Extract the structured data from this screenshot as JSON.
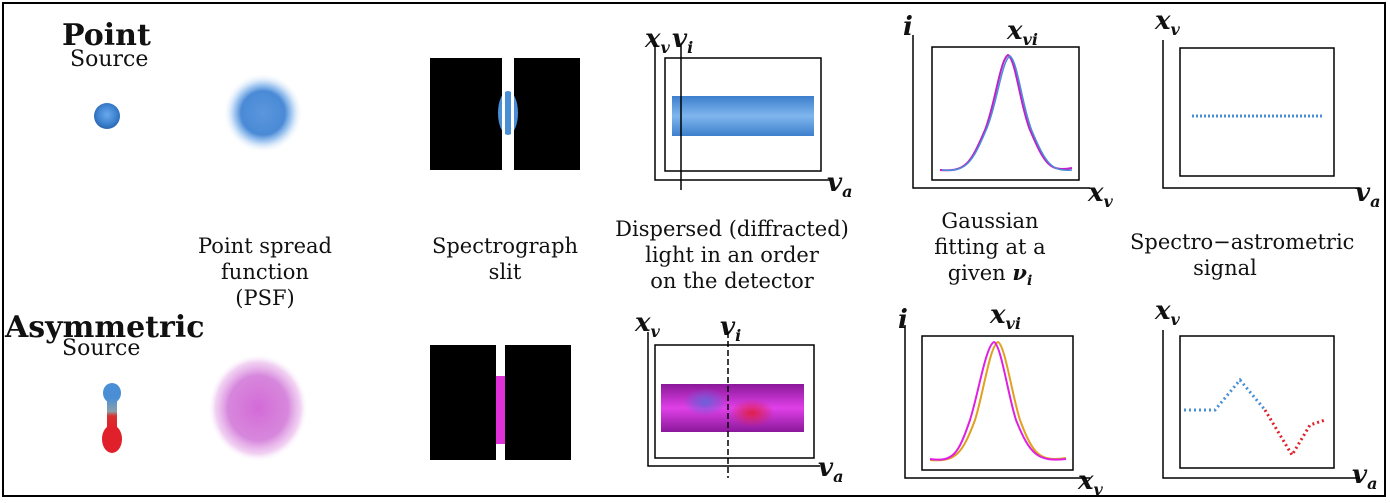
{
  "rows": {
    "top": {
      "title": "Point",
      "subtitle": "Source"
    },
    "bottom": {
      "title": "Asymmetric",
      "subtitle": "Source"
    }
  },
  "captions": {
    "psf": [
      "Point spread",
      "function (PSF)"
    ],
    "slit": [
      "Spectrograph",
      "slit"
    ],
    "dispersed": [
      "Dispersed (diffracted)",
      "light in an order",
      "on the detector"
    ],
    "gaussian": [
      "Gaussian",
      "fitting at a",
      "given"
    ],
    "gaussian_symbol": "ν",
    "gaussian_symbol_sub": "i",
    "signal": [
      "Spectro−astrometric",
      "signal"
    ]
  },
  "axis_labels": {
    "xv": "x",
    "xv_sub": "v",
    "vi": "v",
    "vi_sub": "i",
    "va": "v",
    "va_sub": "a",
    "i": "i",
    "xvi": "x",
    "xvi_sub": "vi"
  },
  "colors": {
    "blue": "#4a8fd6",
    "red": "#e0202a",
    "magenta": "#c020c8",
    "purple": "#8a1a96",
    "slit_black": "#000000"
  }
}
